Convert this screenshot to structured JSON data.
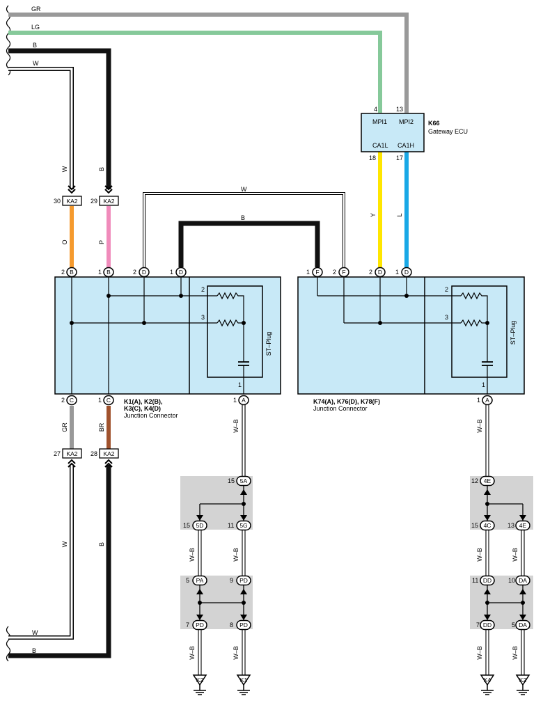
{
  "colors": {
    "GR": "#999999",
    "LG": "#86c99a",
    "B": "#111111",
    "W": "#ffffff",
    "O": "#f59a2e",
    "P": "#f08bbb",
    "Y": "#ffe600",
    "L": "#19a8e6",
    "BR": "#a0522d",
    "WB": "#ffffff",
    "box": "#c8e9f7",
    "splice": "#d3d3d3"
  },
  "wires": {
    "top_gr": "GR",
    "top_lg": "LG",
    "top_b": "B",
    "top_w": "W",
    "w_v1": "W",
    "b_v1": "B",
    "o": "O",
    "p": "P",
    "gr2": "GR",
    "br": "BR",
    "w_v2": "W",
    "b_v2": "B",
    "w_bot": "W",
    "b_bot": "B",
    "bridge_w": "W",
    "bridge_b": "B",
    "y": "Y",
    "l": "L",
    "wb": "W–B"
  },
  "ecu": {
    "code": "K66",
    "name": "Gateway ECU",
    "pin_mpi1": "MPI1",
    "pin_mpi2": "MPI2",
    "pin_ca1l": "CA1L",
    "pin_ca1h": "CA1H",
    "num_4": "4",
    "num_13": "13",
    "num_18": "18",
    "num_17": "17"
  },
  "ka2": {
    "label": "KA2",
    "n30": "30",
    "n29": "29",
    "n27": "27",
    "n28": "28"
  },
  "jc1": {
    "line1": "K1(A), K2(B),",
    "line2": "K3(C), K4(D)",
    "name": "Junction Connector",
    "plug": "ST–Plug"
  },
  "jc2": {
    "line1": "K74(A), K76(D), K78(F)",
    "name": "Junction Connector",
    "plug": "ST–Plug"
  },
  "pins": {
    "n1": "1",
    "n2": "2",
    "n3": "3",
    "A": "A",
    "B": "B",
    "C": "C",
    "D": "D",
    "F": "F"
  },
  "splice_left": {
    "top_num": "15",
    "top": "5A",
    "l_num": "15",
    "l": "5D",
    "r_num": "11",
    "r": "5G",
    "pa_num": "5",
    "pa": "PA",
    "pd_num": "9",
    "pd": "PD",
    "pd7_num": "7",
    "pd7": "PD",
    "pd8_num": "8",
    "pd8": "PD"
  },
  "splice_right": {
    "top_num": "12",
    "top": "4E",
    "l_num": "15",
    "l": "4C",
    "r_num": "13",
    "r": "4E",
    "dd_num": "11",
    "dd": "DD",
    "da_num": "10",
    "da": "DA",
    "dd7_num": "7",
    "dd7": "DD",
    "da5_num": "5",
    "da5": "DA"
  },
  "grounds": {
    "g1": "K2",
    "g2": "K1",
    "g3": "K4",
    "g4": "K2"
  }
}
